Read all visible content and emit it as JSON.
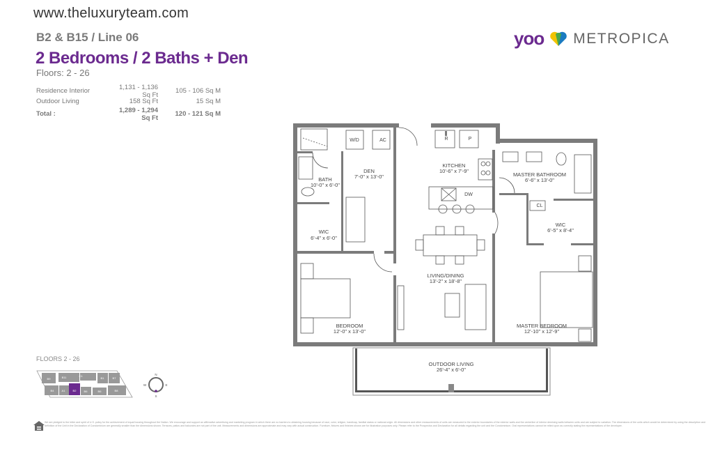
{
  "website": "www.theluxuryteam.com",
  "unit_title": "B2 & B15 / Line 06",
  "layout_title": "2 Bedrooms / 2 Baths + Den",
  "floors": "Floors: 2 - 26",
  "areas": [
    {
      "label": "Residence Interior",
      "sqft": "1,131 - 1,136 Sq Ft",
      "sqm": "105 - 106 Sq M"
    },
    {
      "label": "Outdoor Living",
      "sqft": "158 Sq Ft",
      "sqm": "15 Sq M"
    },
    {
      "label": "Total :",
      "sqft": "1,289 - 1,294 Sq Ft",
      "sqm": "120 - 121 Sq M"
    }
  ],
  "logo": {
    "yoo": "yoo",
    "name": "METROPICA"
  },
  "rooms": {
    "bath": {
      "name": "BATH",
      "dim": "10'-0\" x 6'-0\""
    },
    "den": {
      "name": "DEN",
      "dim": "7'-0\" x 13'-0\""
    },
    "wic1": {
      "name": "WIC",
      "dim": "6'-4\" x 6'-0\""
    },
    "kitchen": {
      "name": "KITCHEN",
      "dim": "10'-6\" x 7'-9\""
    },
    "master_bath": {
      "name": "MASTER BATHROOM",
      "dim": "6'-6\" x 13'-0\""
    },
    "wic2": {
      "name": "WIC",
      "dim": "6'-5\" x 8'-4\""
    },
    "living": {
      "name": "LIVING/DINING",
      "dim": "13'-2\" x 18'-8\""
    },
    "bedroom": {
      "name": "BEDROOM",
      "dim": "12'-0\" x 13'-0\""
    },
    "master_bed": {
      "name": "MASTER BEDROOM",
      "dim": "12'-10\" x 12'-9\""
    },
    "outdoor": {
      "name": "OUTDOOR LIVING",
      "dim": "26'-4\" x 6'-0\""
    }
  },
  "fixtures": {
    "wd": "W/D",
    "ac": "AC",
    "r": "R",
    "p": "P",
    "dw": "DW",
    "cl": "CL"
  },
  "keyplan": {
    "label": "FLOORS 2 - 26",
    "units_top": [
      "B9",
      "B11",
      "C1",
      "B1",
      "B7"
    ],
    "units_bottom": [
      "B4",
      "A1",
      "B2",
      "B6",
      "B6",
      "B8"
    ],
    "highlight": "B2",
    "compass": {
      "n": "N",
      "e": "E",
      "s": "S",
      "w": "W"
    }
  },
  "disclaimer": "We are pledged to the letter and spirit of U.S. policy for the achievement of equal housing throughout the Nation. We encourage and support an affirmative advertising and marketing program in which there are no barriers to obtaining housing because of race, color, religion, handicap, familial status or national origin. All dimensions and other measurements of units are measured to the exterior boundaries of the exterior walls and the centerline of interior demising walls between units and are subject to variation. The dimensions of the units which would be determined by using the description and definition of the Unit in the Declaration of Condominium are generally smaller than the dimensions shown. Terraces, patios and balconies are not part of the unit. Measurements and dimensions are approximate and may vary with actual construction. Furniture, fixtures and finishes shown are for illustration purposes only. Please refer to the Prospectus and Declaration for all details regarding the unit and the Condominium. Oral representations cannot be relied upon as correctly stating the representations of the developer.",
  "colors": {
    "purple": "#6b2a8f",
    "wall": "#7b7b7b"
  }
}
